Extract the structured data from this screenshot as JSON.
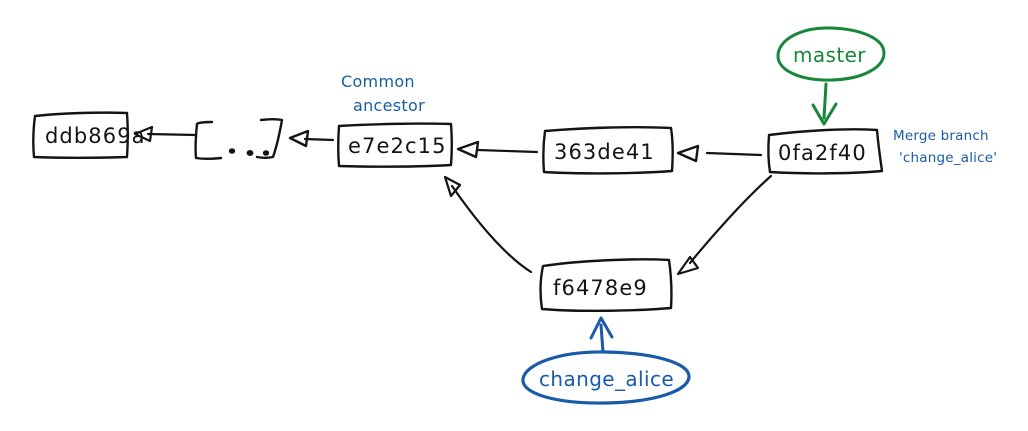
{
  "diagram": {
    "title": "Git commit history with merge branch change_alice",
    "background_color": "#ffffff",
    "ink_color": "#141414",
    "blue_color": "#1a5ba8",
    "green_color": "#18873a"
  },
  "commits": {
    "oldest": "ddb869a",
    "ellipsis": "[...]",
    "common_ancestor": "e7e2c15",
    "master_parent": "363de41",
    "merge_commit": "0fa2f40",
    "feature_commit": "f6478e9"
  },
  "branches": {
    "master": "master",
    "change_alice": "change_alice"
  },
  "annotations": {
    "common_ancestor_line1": "Common",
    "common_ancestor_line2": "ancestor",
    "merge_message_line1": "Merge branch",
    "merge_message_line2": "'change_alice'"
  },
  "icons": {
    "arrow_parent": "arrow-hollow-head",
    "arrow_branch_pointer": "arrow-solid-head"
  }
}
